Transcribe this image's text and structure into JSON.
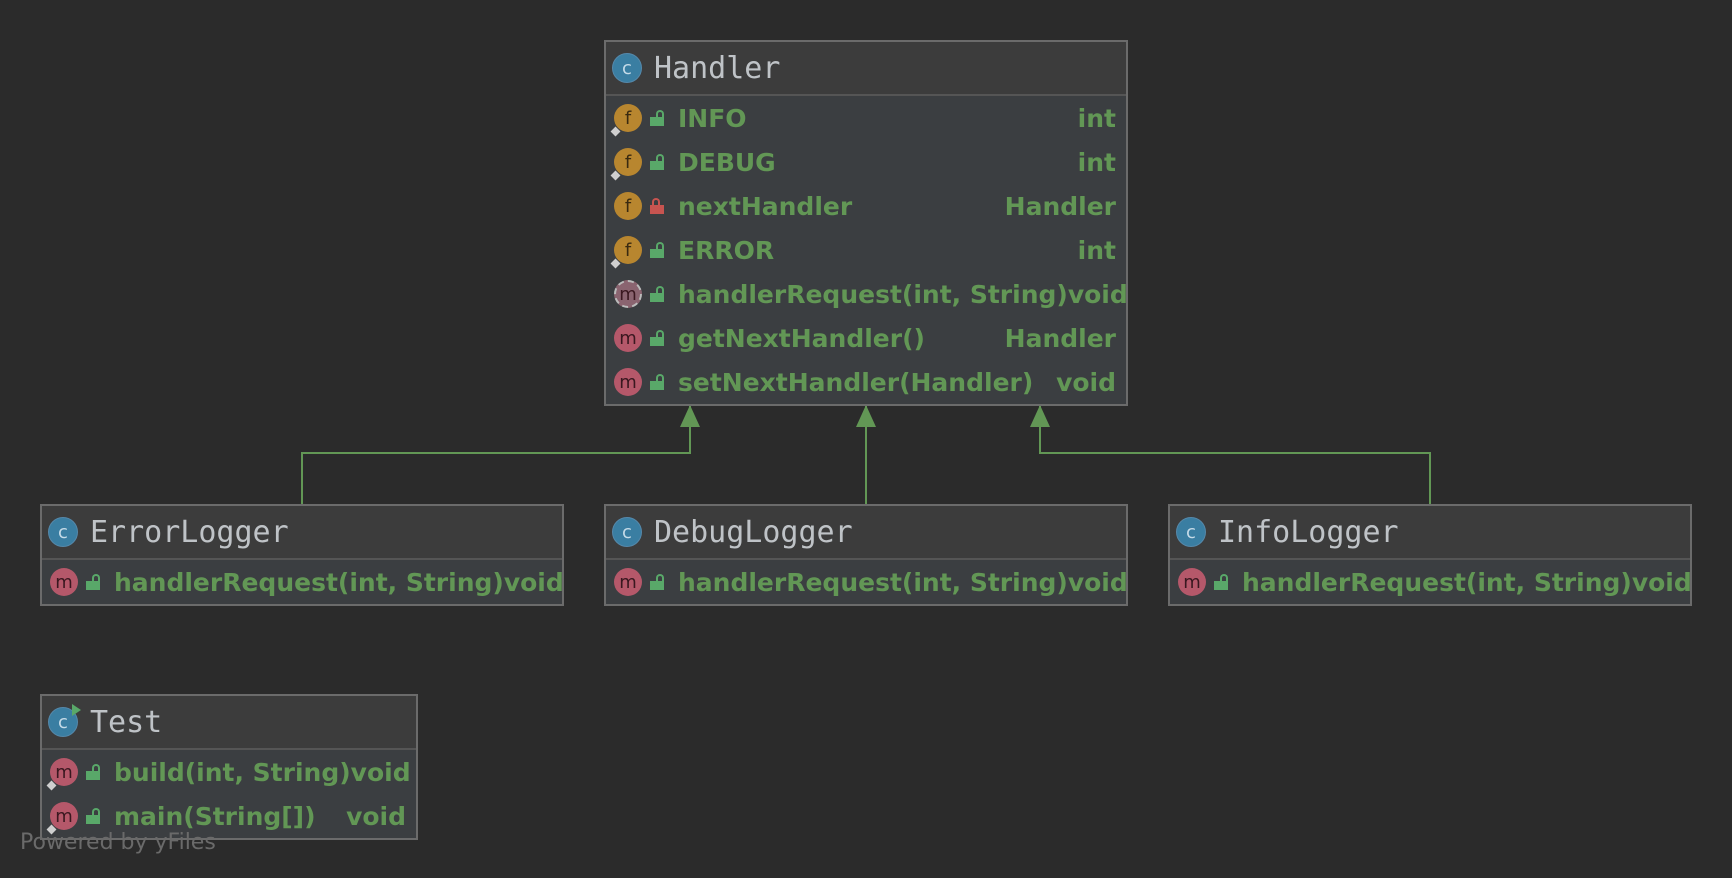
{
  "diagram": {
    "nodes": [
      {
        "id": "handler",
        "title": "Handler",
        "icon": "class-icon",
        "members": [
          {
            "kind": "field",
            "static": true,
            "visibility": "public",
            "name": "INFO",
            "type": "int"
          },
          {
            "kind": "field",
            "static": true,
            "visibility": "public",
            "name": "DEBUG",
            "type": "int"
          },
          {
            "kind": "field",
            "static": false,
            "visibility": "private",
            "name": "nextHandler",
            "type": "Handler"
          },
          {
            "kind": "field",
            "static": true,
            "visibility": "public",
            "name": "ERROR",
            "type": "int"
          },
          {
            "kind": "method",
            "abstract": true,
            "visibility": "public",
            "name": "handlerRequest(int, String)",
            "type": "void"
          },
          {
            "kind": "method",
            "visibility": "public",
            "name": "getNextHandler()",
            "type": "Handler"
          },
          {
            "kind": "method",
            "visibility": "public",
            "name": "setNextHandler(Handler)",
            "type": "void"
          }
        ]
      },
      {
        "id": "errorlogger",
        "title": "ErrorLogger",
        "icon": "class-icon",
        "members": [
          {
            "kind": "method",
            "visibility": "public",
            "name": "handlerRequest(int, String)",
            "type": "void"
          }
        ]
      },
      {
        "id": "debuglogger",
        "title": "DebugLogger",
        "icon": "class-icon",
        "members": [
          {
            "kind": "method",
            "visibility": "public",
            "name": "handlerRequest(int, String)",
            "type": "void"
          }
        ]
      },
      {
        "id": "infologger",
        "title": "InfoLogger",
        "icon": "class-icon",
        "members": [
          {
            "kind": "method",
            "visibility": "public",
            "name": "handlerRequest(int, String)",
            "type": "void"
          }
        ]
      },
      {
        "id": "test",
        "title": "Test",
        "icon": "runnable-class-icon",
        "members": [
          {
            "kind": "method",
            "static": true,
            "visibility": "public",
            "name": "build(int, String)",
            "type": "void"
          },
          {
            "kind": "method",
            "static": true,
            "visibility": "public",
            "name": "main(String[])",
            "type": "void"
          }
        ]
      }
    ],
    "edges": [
      {
        "from": "errorlogger",
        "to": "handler",
        "kind": "extends"
      },
      {
        "from": "debuglogger",
        "to": "handler",
        "kind": "extends"
      },
      {
        "from": "infologger",
        "to": "handler",
        "kind": "extends"
      }
    ],
    "colors": {
      "background": "#2b2b2b",
      "edge": "#629755",
      "member_text": "#629755",
      "title_text": "#bfc3c7"
    }
  },
  "watermark": "Powered by yFiles"
}
